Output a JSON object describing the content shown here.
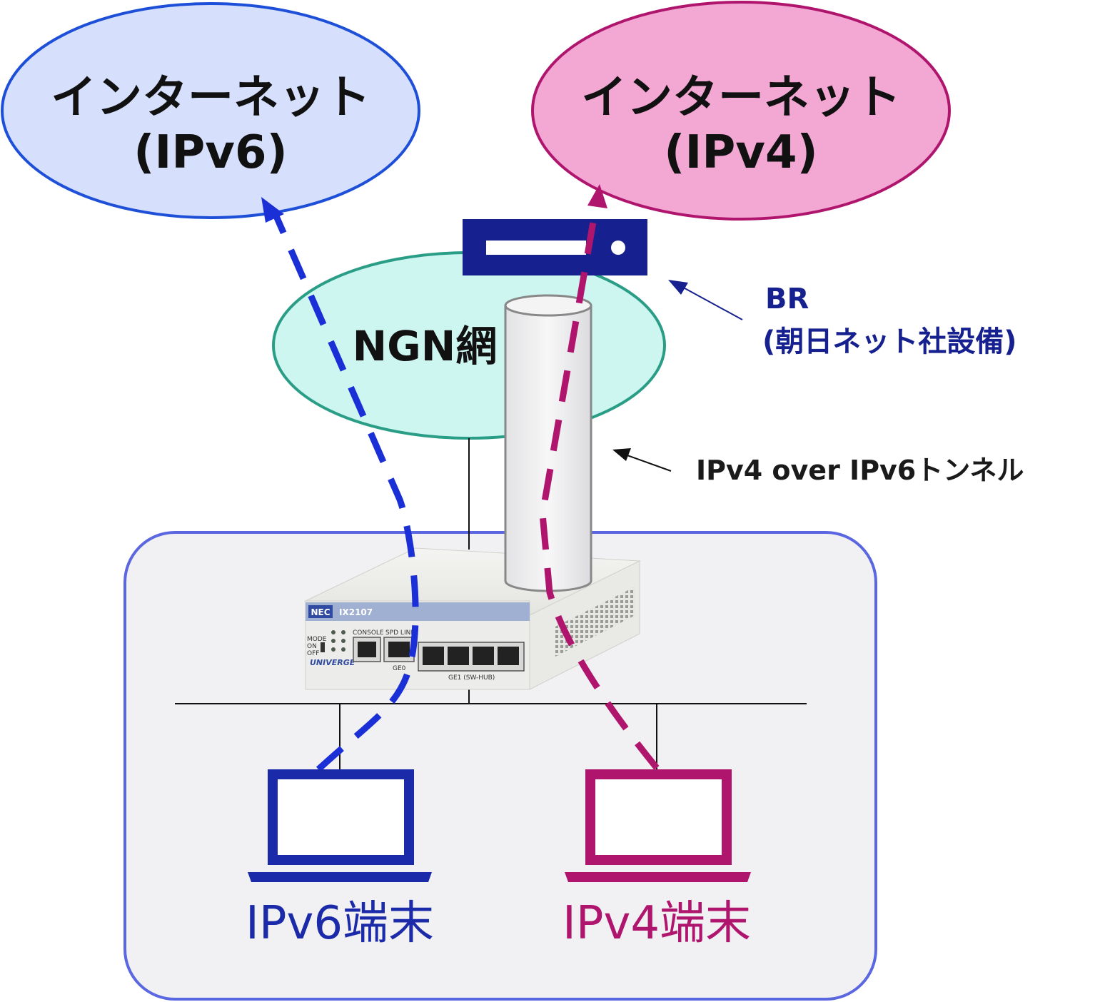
{
  "colors": {
    "ipv6": "#1a2aa8",
    "ipv4": "#b0156e",
    "ipv6_cloud_fill": "#d6e0fc",
    "ipv6_cloud_stroke": "#1e4fd8",
    "ipv4_cloud_fill": "#f3a7d3",
    "ipv4_cloud_stroke": "#b0156e",
    "ngn_fill": "#cdf6f1",
    "ngn_stroke": "#2a9d86",
    "lan_fill": "#f1f1f3",
    "lan_stroke": "#5a67e0",
    "br_device": "#16218f",
    "ipv6_path": "#1b2fd6",
    "ipv4_path": "#b0156e"
  },
  "clouds": {
    "ipv6": {
      "line1": "インターネット",
      "line2": "(IPv6)"
    },
    "ipv4": {
      "line1": "インターネット",
      "line2": "(IPv4)"
    },
    "ngn": {
      "label": "NGN網"
    }
  },
  "br": {
    "line1": "BR",
    "line2": "(朝日ネット社設備)"
  },
  "tunnel": {
    "label": "IPv4 over IPv6トンネル"
  },
  "router": {
    "brand": "NEC",
    "model": "IX2107",
    "series": "UNIVERGE",
    "port_labels": [
      "CONSOLE",
      "SPD LINK",
      "GE0",
      "GE1 (SW-HUB)"
    ],
    "switch_labels": [
      "MODE",
      "ON",
      "OFF"
    ]
  },
  "terminals": {
    "ipv6": {
      "label": "IPv6端末"
    },
    "ipv4": {
      "label": "IPv4端末"
    }
  }
}
